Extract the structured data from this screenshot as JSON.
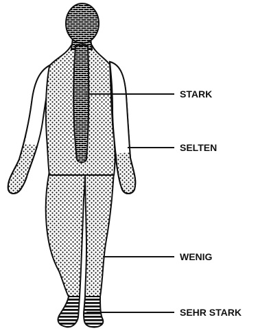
{
  "labels": {
    "stark": "STARK",
    "selten": "SELTEN",
    "wenig": "WENIG",
    "sehr_stark": "SEHR STARK"
  },
  "colors": {
    "ink": "#111111",
    "paper": "#ffffff"
  },
  "patterns": {
    "head_and_spine": "brick",
    "torso_and_legs": "dots",
    "arms_and_hands": "dots",
    "upper_arms": "plain",
    "feet": "horizontal-stripes"
  }
}
